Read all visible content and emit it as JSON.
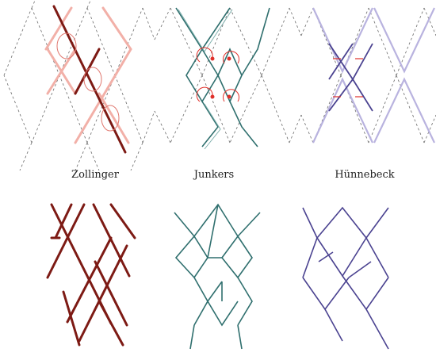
{
  "labels": {
    "zollinger": "Zollinger",
    "junkers": "Junkers",
    "hunnebeck": "Hünnebeck"
  },
  "colors": {
    "zollinger_dark": "#7d1a14",
    "zollinger_light": "#f2b0a8",
    "junkers": "#2f6f6e",
    "junkers_light": "#7fb0ad",
    "hunnebeck": "#4a4290",
    "hunnebeck_light": "#b9b3df",
    "dashed_grid": "#6a6a6a",
    "arrow_red": "#e0302a"
  }
}
